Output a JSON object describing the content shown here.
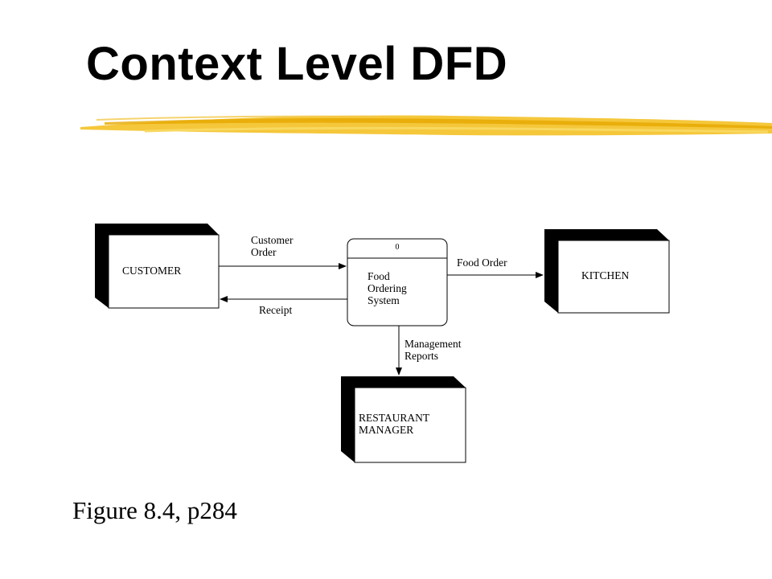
{
  "title": "Context Level DFD",
  "caption": "Figure  8.4, p284",
  "accent_color": "#f4c430",
  "diagram": {
    "entities": {
      "customer": "CUSTOMER",
      "kitchen": "KITCHEN",
      "manager": [
        "RESTAURANT",
        "MANAGER"
      ]
    },
    "process": {
      "id": "0",
      "name": [
        "Food",
        "Ordering",
        "System"
      ]
    },
    "flows": {
      "customer_order": [
        "Customer",
        "Order"
      ],
      "receipt": "Receipt",
      "food_order": "Food Order",
      "management_reports": [
        "Management",
        "Reports"
      ]
    }
  }
}
